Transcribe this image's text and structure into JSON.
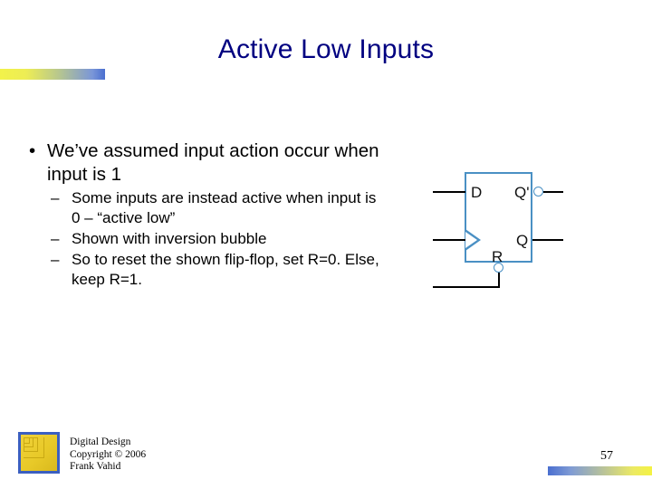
{
  "slide": {
    "title": "Active Low Inputs",
    "title_color": "#000080",
    "background_color": "#ffffff",
    "page_number": "57"
  },
  "body": {
    "bullets": [
      {
        "marker": "•",
        "text": "We’ve assumed input action occur when input is 1",
        "sub_bullets": [
          {
            "marker": "–",
            "text": "Some inputs are instead active when input is 0 – “active low”"
          },
          {
            "marker": "–",
            "text": "Shown with inversion bubble"
          },
          {
            "marker": "–",
            "text": "So to reset the shown flip-flop, set R=0. Else, keep R=1."
          }
        ]
      }
    ]
  },
  "figure": {
    "name": "d-flip-flop-with-active-low-reset",
    "box_border_color": "#4a90c4",
    "wire_color": "#000000",
    "pins": {
      "d": "D",
      "clock": "",
      "q_bar": "Q'",
      "q": "Q",
      "reset": "R"
    }
  },
  "footer": {
    "credits_line1": "Digital Design",
    "credits_line2": "Copyright © 2006",
    "credits_line3": "Frank Vahid"
  },
  "decor": {
    "top_bar_colors": "#f2f24a → #4a6fd0",
    "bottom_bar_colors": "#4a6fd0 → #f4f243"
  }
}
